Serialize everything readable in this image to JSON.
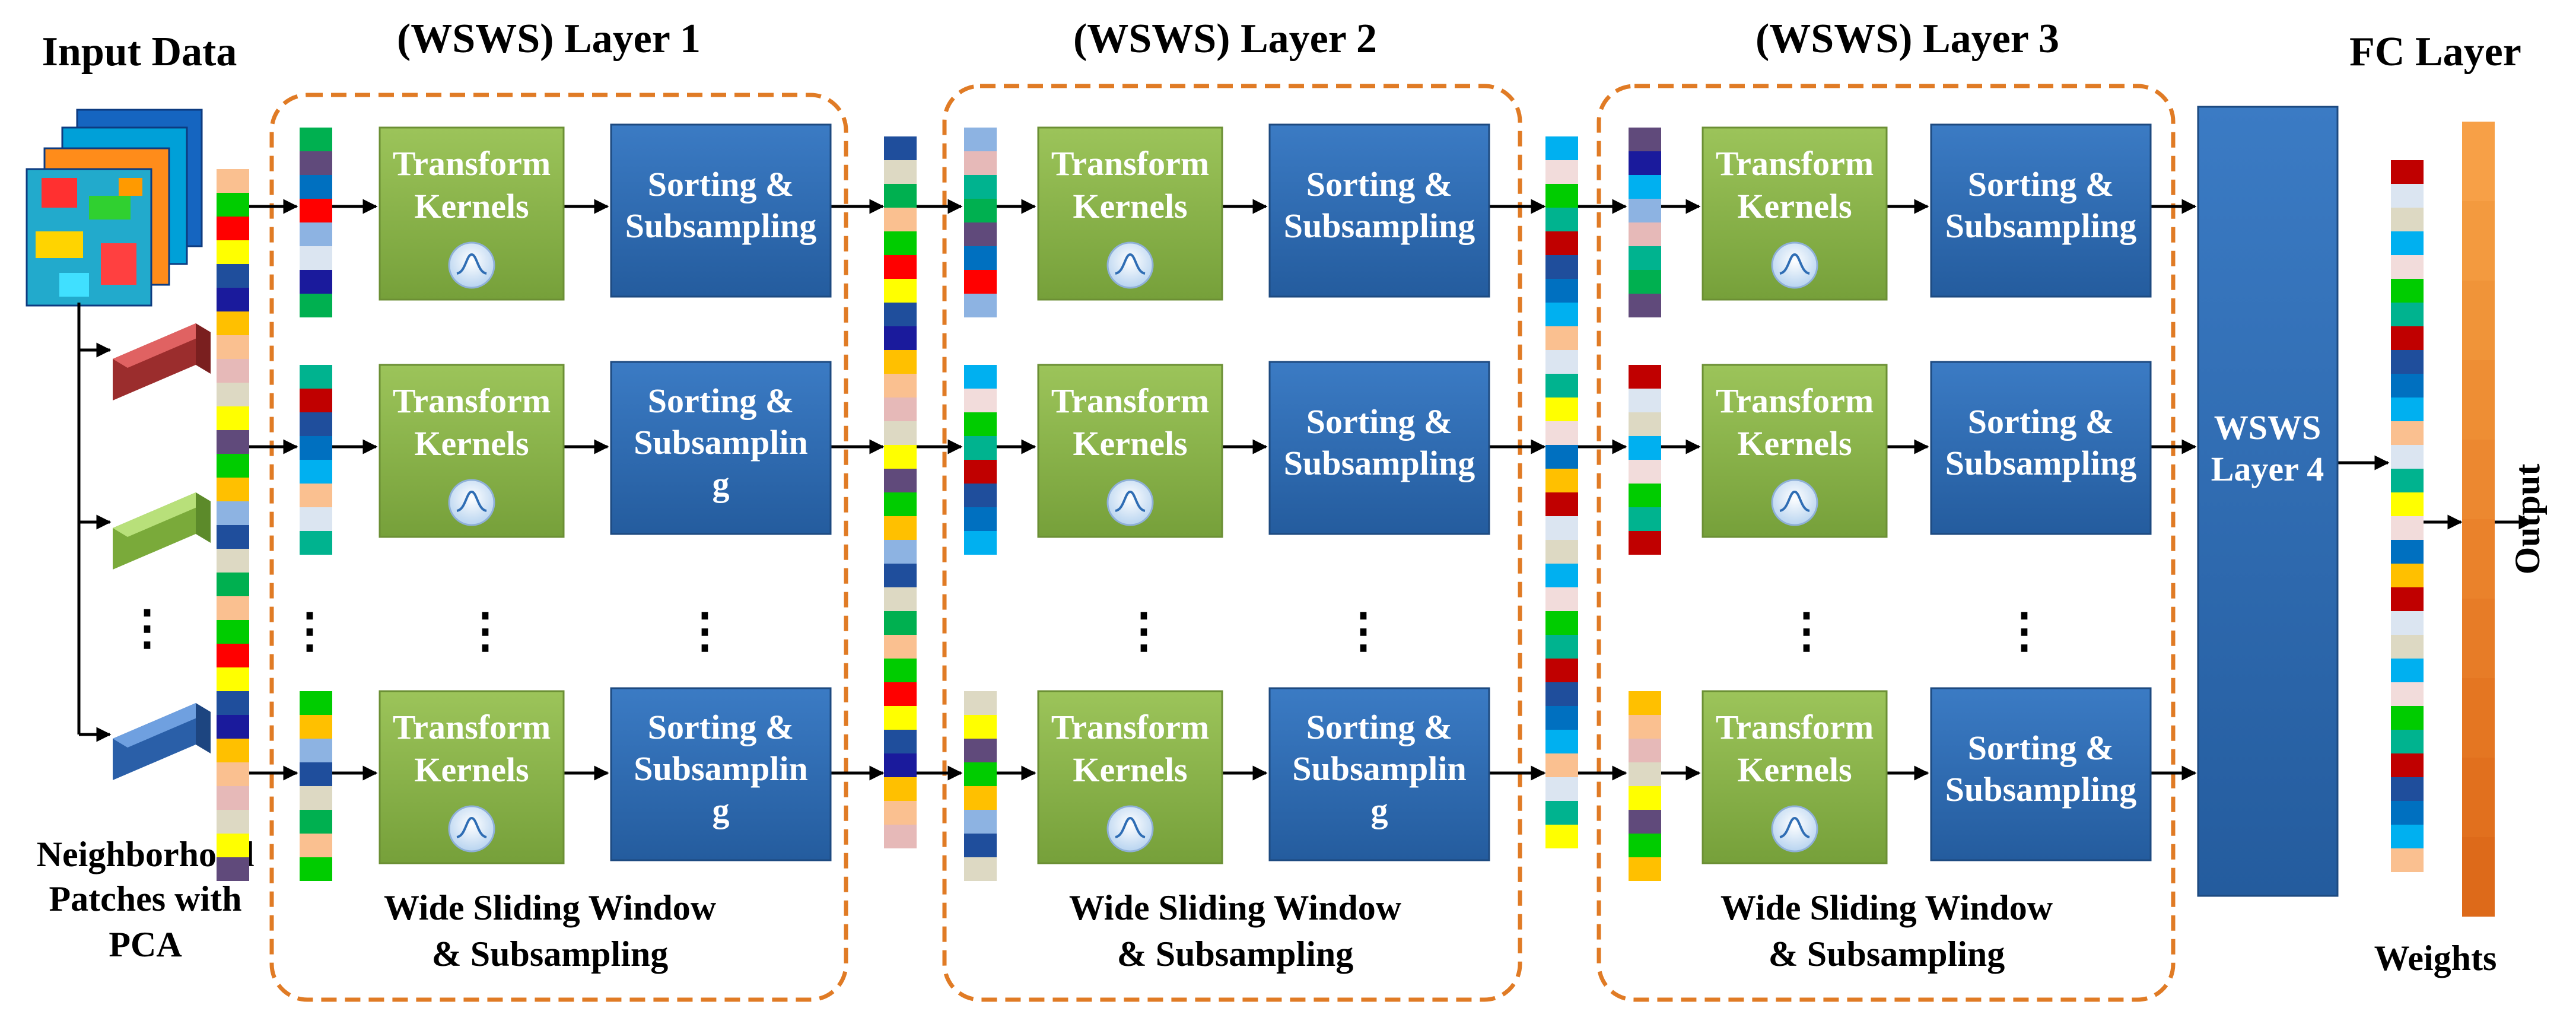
{
  "titles": {
    "input": "Input Data",
    "layer1": "(WSWS) Layer 1",
    "layer2": "(WSWS) Layer 2",
    "layer3": "(WSWS) Layer 3",
    "fc": "FC Layer"
  },
  "captions": {
    "neighborhood": [
      "Neighborhood",
      "Patches with",
      "PCA"
    ],
    "window": [
      "Wide Sliding Window",
      "& Subsampling"
    ],
    "weights": "Weights",
    "output": "Output"
  },
  "boxes": {
    "transform": [
      "Transform",
      "Kernels"
    ],
    "sorting": [
      "Sorting &",
      "Subsampling"
    ],
    "sorting_wrapped": [
      "Sorting &",
      "Subsamplin",
      "g"
    ],
    "wsws4": [
      "WSWS",
      "Layer 4"
    ]
  },
  "ellipsis": "⋮",
  "colors": {
    "dashed_border": "#e07b25",
    "transform_fill": "#8ab446",
    "sorting_fill": "#2f6db4",
    "wsws4_fill": "#2f6db4",
    "weights_fill": "#f29132",
    "arrow": "#000000"
  },
  "vector_palette": [
    "#ff0000",
    "#ffc000",
    "#00b0f0",
    "#00b050",
    "#ffff00",
    "#c00000",
    "#8db3e2",
    "#fac090",
    "#f2dcdb",
    "#604a7b",
    "#1f4e9c",
    "#dbe5f1",
    "#e6b9b8",
    "#00cc00",
    "#0070c0",
    "#1a1a9c",
    "#ddd9c3",
    "#00b38f"
  ]
}
